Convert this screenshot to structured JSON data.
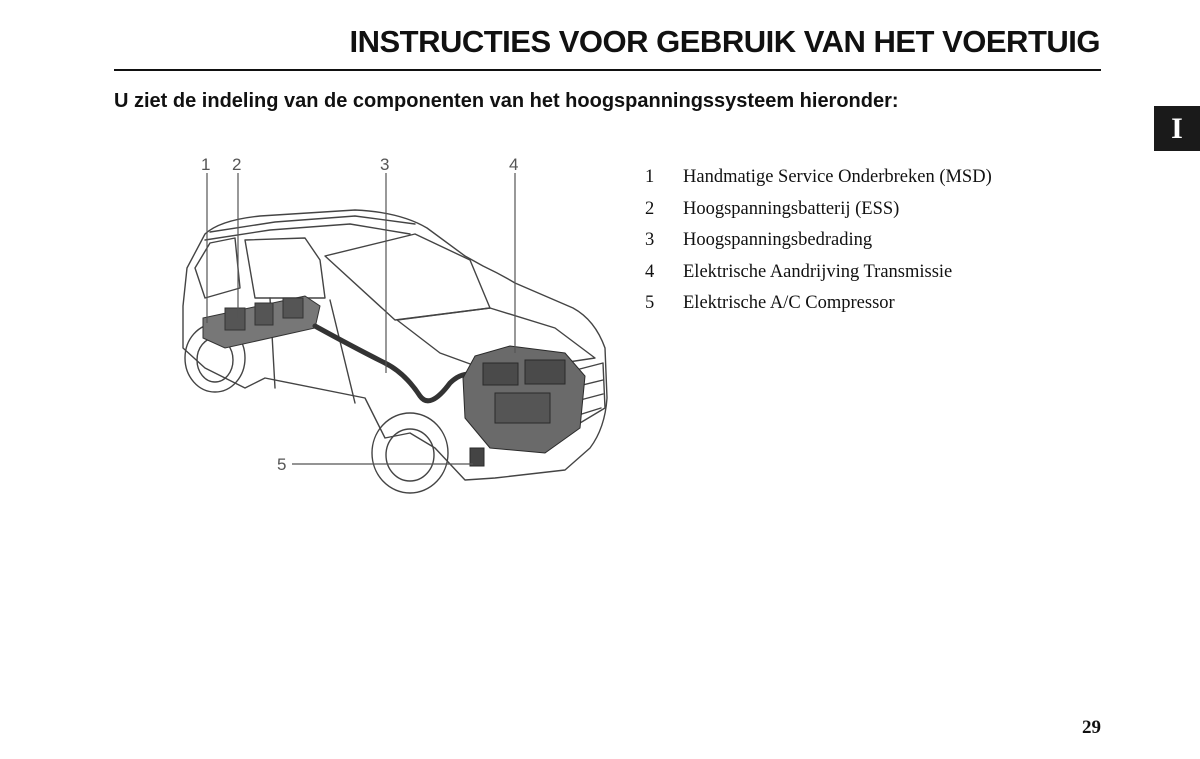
{
  "header": {
    "title": "INSTRUCTIES VOOR GEBRUIK VAN HET VOERTUIG"
  },
  "intro": "U ziet de indeling van de componenten van het hoogspanningssysteem hieronder:",
  "chapter_tab": "I",
  "figure": {
    "callouts": [
      "1",
      "2",
      "3",
      "4",
      "5"
    ]
  },
  "legend": [
    {
      "num": "1",
      "label": "Handmatige Service Onderbreken (MSD)"
    },
    {
      "num": "2",
      "label": "Hoogspanningsbatterij (ESS)"
    },
    {
      "num": "3",
      "label": "Hoogspanningsbedrading"
    },
    {
      "num": "4",
      "label": "Elektrische Aandrijving Transmissie"
    },
    {
      "num": "5",
      "label": "Elektrische A/C Compressor"
    }
  ],
  "page_number": "29"
}
